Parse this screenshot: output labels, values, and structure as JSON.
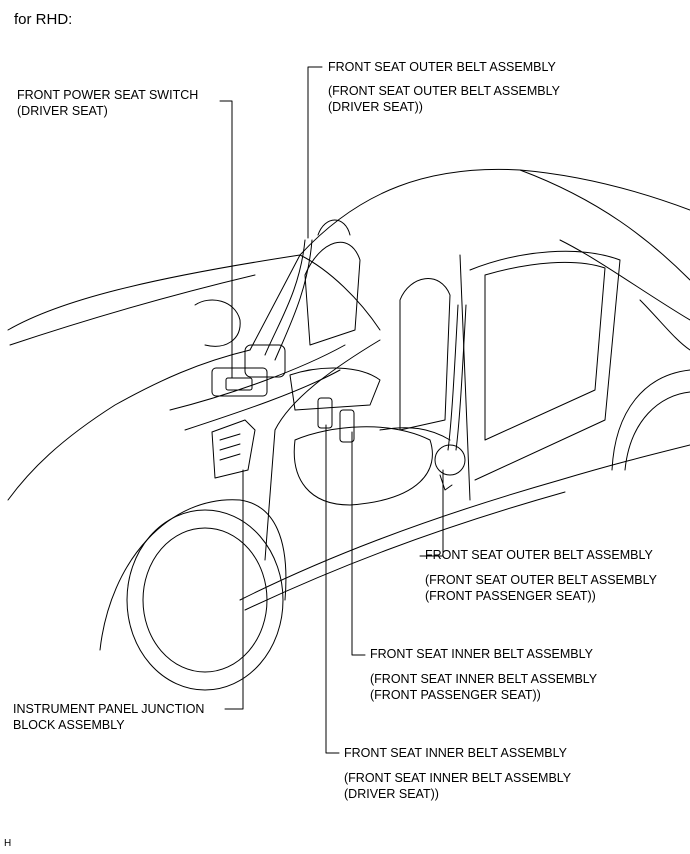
{
  "caption": "for RHD:",
  "footer_code": "H",
  "callouts": [
    {
      "id": "power-seat-switch",
      "lines": [
        "FRONT POWER SEAT SWITCH",
        "(DRIVER SEAT)"
      ]
    },
    {
      "id": "outer-belt-driver",
      "title": "FRONT SEAT OUTER BELT ASSEMBLY",
      "sub": [
        "(FRONT SEAT OUTER BELT ASSEMBLY",
        "(DRIVER SEAT))"
      ]
    },
    {
      "id": "outer-belt-passenger",
      "title": "FRONT SEAT OUTER BELT ASSEMBLY",
      "sub": [
        "(FRONT SEAT OUTER BELT ASSEMBLY",
        "(FRONT PASSENGER SEAT))"
      ]
    },
    {
      "id": "inner-belt-passenger",
      "title": "FRONT SEAT INNER BELT ASSEMBLY",
      "sub": [
        "(FRONT SEAT INNER BELT ASSEMBLY",
        "(FRONT PASSENGER SEAT))"
      ]
    },
    {
      "id": "junction-block",
      "lines": [
        "INSTRUMENT PANEL JUNCTION",
        "BLOCK ASSEMBLY"
      ]
    },
    {
      "id": "inner-belt-driver",
      "title": "FRONT SEAT INNER BELT ASSEMBLY",
      "sub": [
        "(FRONT SEAT INNER BELT ASSEMBLY",
        "(DRIVER SEAT))"
      ]
    }
  ]
}
